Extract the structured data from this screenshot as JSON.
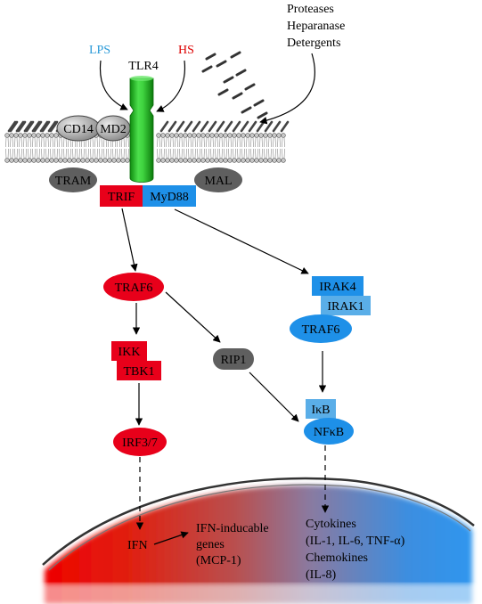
{
  "ligands": {
    "lps": "LPS",
    "hs": "HS",
    "release_agents": [
      "Proteases",
      "Heparanase",
      "Detergents"
    ]
  },
  "receptor": {
    "tlr4": "TLR4",
    "cd14": "CD14",
    "md2": "MD2"
  },
  "adaptors": {
    "tram": "TRAM",
    "mal": "MAL",
    "trif": "TRIF",
    "myd88": "MyD88"
  },
  "trif_pathway": {
    "traf6": "TRAF6",
    "ikk": "IKK",
    "tbk1": "TBK1",
    "irf": "IRF3/7",
    "rip1": "RIP1"
  },
  "myd88_pathway": {
    "irak4": "IRAK4",
    "irak1": "IRAK1",
    "traf6": "TRAF6",
    "ikb": "IκB",
    "nfkb": "NFκB"
  },
  "nucleus": {
    "ifn": "IFN",
    "ifn_genes": [
      "IFN-inducable",
      "genes",
      "(MCP-1)"
    ],
    "outputs": [
      "Cytokines",
      "(IL-1, IL-6, TNF-α)",
      "Chemokines",
      "(IL-8)"
    ]
  },
  "colors": {
    "red": "#e8001a",
    "blue": "#1e90e8",
    "light_blue": "#5aaee8",
    "gray": "#5f5f5f",
    "green": "#22bb22",
    "lps_text": "#2a9ad8",
    "hs_text": "#dd0000"
  }
}
